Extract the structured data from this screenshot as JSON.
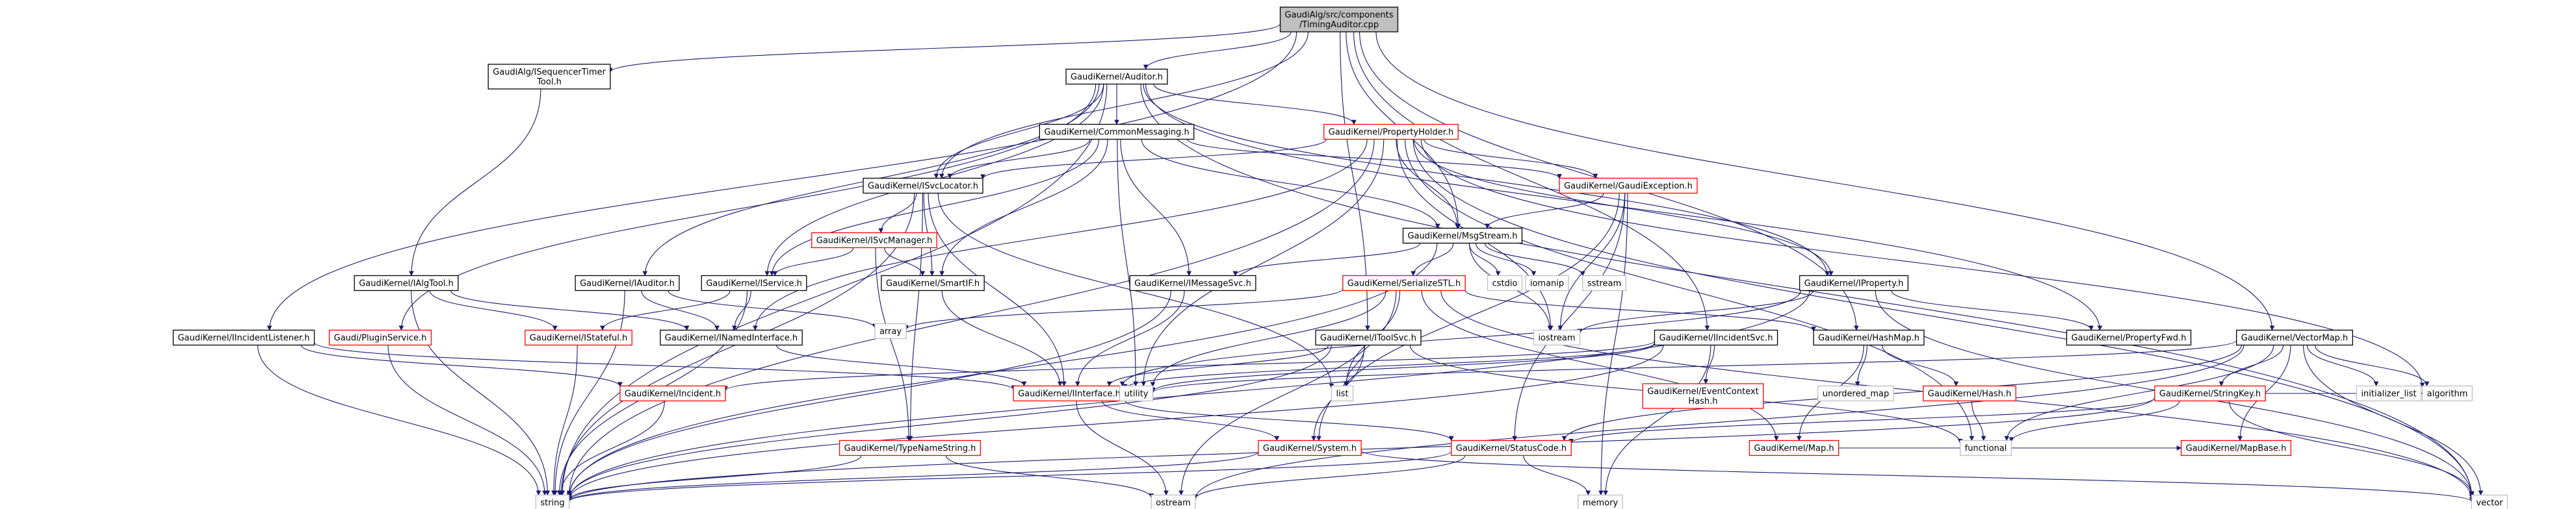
{
  "colors": {
    "edge": "#191970",
    "root_fill": "#bfbfbf",
    "node_fill": "#ffffff",
    "node_border": "#000000",
    "red_border": "#ff0000",
    "gray_border": "#bfbfbf"
  },
  "nodes": [
    {
      "id": "root",
      "lines": [
        "GaudiAlg/src/components",
        "/TimingAuditor.cpp"
      ],
      "style": "root"
    },
    {
      "id": "seqtimer",
      "lines": [
        "GaudiAlg/ISequencerTimer",
        "Tool.h"
      ],
      "style": "normal"
    },
    {
      "id": "auditor",
      "lines": [
        "GaudiKernel/Auditor.h"
      ],
      "style": "normal"
    },
    {
      "id": "commonmsg",
      "lines": [
        "GaudiKernel/CommonMessaging.h"
      ],
      "style": "normal"
    },
    {
      "id": "propholder",
      "lines": [
        "GaudiKernel/PropertyHolder.h"
      ],
      "style": "red"
    },
    {
      "id": "isvcloc",
      "lines": [
        "GaudiKernel/ISvcLocator.h"
      ],
      "style": "normal"
    },
    {
      "id": "gaudiexc",
      "lines": [
        "GaudiKernel/GaudiException.h"
      ],
      "style": "red"
    },
    {
      "id": "isvcmgr",
      "lines": [
        "GaudiKernel/ISvcManager.h"
      ],
      "style": "red"
    },
    {
      "id": "msgstream",
      "lines": [
        "GaudiKernel/MsgStream.h"
      ],
      "style": "normal"
    },
    {
      "id": "ialgtool",
      "lines": [
        "GaudiKernel/IAlgTool.h"
      ],
      "style": "normal"
    },
    {
      "id": "iauditor",
      "lines": [
        "GaudiKernel/IAuditor.h"
      ],
      "style": "normal"
    },
    {
      "id": "iservice",
      "lines": [
        "GaudiKernel/IService.h"
      ],
      "style": "normal"
    },
    {
      "id": "smartif",
      "lines": [
        "GaudiKernel/SmartIF.h"
      ],
      "style": "normal"
    },
    {
      "id": "imsgsvc",
      "lines": [
        "GaudiKernel/IMessageSvc.h"
      ],
      "style": "normal"
    },
    {
      "id": "serializestl",
      "lines": [
        "GaudiKernel/SerializeSTL.h"
      ],
      "style": "red"
    },
    {
      "id": "cstdio",
      "lines": [
        "cstdio"
      ],
      "style": "gray"
    },
    {
      "id": "iomanip",
      "lines": [
        "iomanip"
      ],
      "style": "gray"
    },
    {
      "id": "sstream",
      "lines": [
        "sstream"
      ],
      "style": "gray"
    },
    {
      "id": "iproperty",
      "lines": [
        "GaudiKernel/IProperty.h"
      ],
      "style": "normal"
    },
    {
      "id": "iincidentlistener",
      "lines": [
        "GaudiKernel/IIncidentListener.h"
      ],
      "style": "normal"
    },
    {
      "id": "pluginservice",
      "lines": [
        "Gaudi/PluginService.h"
      ],
      "style": "red"
    },
    {
      "id": "istateful",
      "lines": [
        "GaudiKernel/IStateful.h"
      ],
      "style": "red"
    },
    {
      "id": "inamedinterface",
      "lines": [
        "GaudiKernel/INamedInterface.h"
      ],
      "style": "normal"
    },
    {
      "id": "array",
      "lines": [
        "array"
      ],
      "style": "gray"
    },
    {
      "id": "itoolsvc",
      "lines": [
        "GaudiKernel/IToolSvc.h"
      ],
      "style": "normal"
    },
    {
      "id": "iostream",
      "lines": [
        "iostream"
      ],
      "style": "gray"
    },
    {
      "id": "iincidentsvc",
      "lines": [
        "GaudiKernel/IIncidentSvc.h"
      ],
      "style": "normal"
    },
    {
      "id": "hashmap",
      "lines": [
        "GaudiKernel/HashMap.h"
      ],
      "style": "normal"
    },
    {
      "id": "propertyfwd",
      "lines": [
        "GaudiKernel/PropertyFwd.h"
      ],
      "style": "normal"
    },
    {
      "id": "vectormap",
      "lines": [
        "GaudiKernel/VectorMap.h"
      ],
      "style": "normal"
    },
    {
      "id": "iincident",
      "lines": [
        "GaudiKernel/Incident.h"
      ],
      "style": "red"
    },
    {
      "id": "iinterface",
      "lines": [
        "GaudiKernel/IInterface.h"
      ],
      "style": "red"
    },
    {
      "id": "utility",
      "lines": [
        "utility"
      ],
      "style": "gray"
    },
    {
      "id": "list",
      "lines": [
        "list"
      ],
      "style": "gray"
    },
    {
      "id": "eventcontexthash",
      "lines": [
        "GaudiKernel/EventContext",
        "Hash.h"
      ],
      "style": "red"
    },
    {
      "id": "map",
      "lines": [
        "GaudiKernel/Map.h"
      ],
      "style": "red"
    },
    {
      "id": "unorderedmap",
      "lines": [
        "unordered_map"
      ],
      "style": "gray"
    },
    {
      "id": "hash",
      "lines": [
        "GaudiKernel/Hash.h"
      ],
      "style": "red"
    },
    {
      "id": "stringkey",
      "lines": [
        "GaudiKernel/StringKey.h"
      ],
      "style": "red"
    },
    {
      "id": "initializerlist",
      "lines": [
        "initializer_list"
      ],
      "style": "gray"
    },
    {
      "id": "algorithm",
      "lines": [
        "algorithm"
      ],
      "style": "gray"
    },
    {
      "id": "functional",
      "lines": [
        "functional"
      ],
      "style": "gray"
    },
    {
      "id": "mapbase",
      "lines": [
        "GaudiKernel/MapBase.h"
      ],
      "style": "red"
    },
    {
      "id": "typenamestring",
      "lines": [
        "GaudiKernel/TypeNameString.h"
      ],
      "style": "red"
    },
    {
      "id": "system",
      "lines": [
        "GaudiKernel/System.h"
      ],
      "style": "red"
    },
    {
      "id": "statuscode",
      "lines": [
        "GaudiKernel/StatusCode.h"
      ],
      "style": "red"
    },
    {
      "id": "string",
      "lines": [
        "string"
      ],
      "style": "gray"
    },
    {
      "id": "ostream",
      "lines": [
        "ostream"
      ],
      "style": "gray"
    },
    {
      "id": "memory",
      "lines": [
        "memory"
      ],
      "style": "gray"
    },
    {
      "id": "vector",
      "lines": [
        "vector"
      ],
      "style": "gray"
    }
  ],
  "edges": [
    [
      "root",
      "seqtimer"
    ],
    [
      "root",
      "auditor"
    ],
    [
      "root",
      "msgstream"
    ],
    [
      "root",
      "iincidentlistener"
    ],
    [
      "root",
      "itoolsvc"
    ],
    [
      "root",
      "iincidentsvc"
    ],
    [
      "root",
      "hashmap"
    ],
    [
      "root",
      "vectormap"
    ],
    [
      "root",
      "isvcloc"
    ],
    [
      "seqtimer",
      "ialgtool"
    ],
    [
      "auditor",
      "commonmsg"
    ],
    [
      "auditor",
      "propholder"
    ],
    [
      "auditor",
      "isvcloc"
    ],
    [
      "auditor",
      "iauditor"
    ],
    [
      "auditor",
      "iservice"
    ],
    [
      "auditor",
      "pluginservice"
    ],
    [
      "auditor",
      "iproperty"
    ],
    [
      "auditor",
      "propertyfwd"
    ],
    [
      "auditor",
      "string"
    ],
    [
      "auditor",
      "vector"
    ],
    [
      "commonmsg",
      "isvcloc"
    ],
    [
      "commonmsg",
      "msgstream"
    ],
    [
      "commonmsg",
      "imsgsvc"
    ],
    [
      "commonmsg",
      "smartif"
    ],
    [
      "commonmsg",
      "iservice"
    ],
    [
      "commonmsg",
      "utility"
    ],
    [
      "commonmsg",
      "gaudiexc"
    ],
    [
      "propholder",
      "isvcloc"
    ],
    [
      "propholder",
      "gaudiexc"
    ],
    [
      "propholder",
      "msgstream"
    ],
    [
      "propholder",
      "iproperty"
    ],
    [
      "propholder",
      "inamedinterface"
    ],
    [
      "propholder",
      "iostream"
    ],
    [
      "propholder",
      "utility"
    ],
    [
      "propholder",
      "functional"
    ],
    [
      "propholder",
      "algorithm"
    ],
    [
      "propholder",
      "vector"
    ],
    [
      "propholder",
      "string"
    ],
    [
      "isvcloc",
      "isvcmgr"
    ],
    [
      "isvcloc",
      "smartif"
    ],
    [
      "isvcloc",
      "iinterface"
    ],
    [
      "isvcloc",
      "typenamestring"
    ],
    [
      "isvcloc",
      "list"
    ],
    [
      "isvcloc",
      "string"
    ],
    [
      "gaudiexc",
      "msgstream"
    ],
    [
      "gaudiexc",
      "system"
    ],
    [
      "gaudiexc",
      "statuscode"
    ],
    [
      "gaudiexc",
      "iostream"
    ],
    [
      "gaudiexc",
      "memory"
    ],
    [
      "isvcmgr",
      "iservice"
    ],
    [
      "isvcmgr",
      "smartif"
    ],
    [
      "isvcmgr",
      "typenamestring"
    ],
    [
      "msgstream",
      "imsgsvc"
    ],
    [
      "msgstream",
      "serializestl"
    ],
    [
      "msgstream",
      "cstdio"
    ],
    [
      "msgstream",
      "iomanip"
    ],
    [
      "msgstream",
      "sstream"
    ],
    [
      "msgstream",
      "iostream"
    ],
    [
      "msgstream",
      "string"
    ],
    [
      "ialgtool",
      "inamedinterface"
    ],
    [
      "ialgtool",
      "istateful"
    ],
    [
      "ialgtool",
      "string"
    ],
    [
      "iauditor",
      "inamedinterface"
    ],
    [
      "iauditor",
      "array"
    ],
    [
      "iauditor",
      "string"
    ],
    [
      "iservice",
      "inamedinterface"
    ],
    [
      "iservice",
      "istateful"
    ],
    [
      "iservice",
      "string"
    ],
    [
      "smartif",
      "iinterface"
    ],
    [
      "imsgsvc",
      "iinterface"
    ],
    [
      "imsgsvc",
      "string"
    ],
    [
      "serializestl",
      "hashmap"
    ],
    [
      "serializestl",
      "map"
    ],
    [
      "serializestl",
      "array"
    ],
    [
      "serializestl",
      "list"
    ],
    [
      "serializestl",
      "utility"
    ],
    [
      "serializestl",
      "vector"
    ],
    [
      "serializestl",
      "ostream"
    ],
    [
      "iproperty",
      "iinterface"
    ],
    [
      "iproperty",
      "propertyfwd"
    ],
    [
      "iproperty",
      "iostream"
    ],
    [
      "iproperty",
      "string"
    ],
    [
      "iproperty",
      "vector"
    ],
    [
      "iincidentlistener",
      "iinterface"
    ],
    [
      "iincidentlistener",
      "iincident"
    ],
    [
      "iincidentlistener",
      "string"
    ],
    [
      "pluginservice",
      "string"
    ],
    [
      "istateful",
      "string"
    ],
    [
      "inamedinterface",
      "iinterface"
    ],
    [
      "itoolsvc",
      "iinterface"
    ],
    [
      "itoolsvc",
      "system"
    ],
    [
      "itoolsvc",
      "list"
    ],
    [
      "itoolsvc",
      "functional"
    ],
    [
      "itoolsvc",
      "string"
    ],
    [
      "iincidentsvc",
      "iinterface"
    ],
    [
      "iincidentsvc",
      "iincident"
    ],
    [
      "iincidentsvc",
      "eventcontexthash"
    ],
    [
      "iincidentsvc",
      "utility"
    ],
    [
      "iincidentsvc",
      "string"
    ],
    [
      "iincidentsvc",
      "memory"
    ],
    [
      "hashmap",
      "map"
    ],
    [
      "hashmap",
      "hash"
    ],
    [
      "hashmap",
      "unorderedmap"
    ],
    [
      "vectormap",
      "stringkey"
    ],
    [
      "vectormap",
      "mapbase"
    ],
    [
      "vectormap",
      "initializerlist"
    ],
    [
      "vectormap",
      "algorithm"
    ],
    [
      "vectormap",
      "functional"
    ],
    [
      "vectormap",
      "statuscode"
    ],
    [
      "vectormap",
      "ostream"
    ],
    [
      "vectormap",
      "vector"
    ],
    [
      "vectormap",
      "utility"
    ],
    [
      "iincident",
      "string"
    ],
    [
      "iinterface",
      "system"
    ],
    [
      "iinterface",
      "statuscode"
    ],
    [
      "iinterface",
      "ostream"
    ],
    [
      "map",
      "mapbase"
    ],
    [
      "hash",
      "functional"
    ],
    [
      "stringkey",
      "functional"
    ],
    [
      "stringkey",
      "algorithm"
    ],
    [
      "stringkey",
      "statuscode"
    ],
    [
      "stringkey",
      "string"
    ],
    [
      "stringkey",
      "vector"
    ],
    [
      "typenamestring",
      "string"
    ],
    [
      "typenamestring",
      "ostream"
    ],
    [
      "system",
      "string"
    ],
    [
      "system",
      "vector"
    ],
    [
      "statuscode",
      "ostream"
    ],
    [
      "statuscode",
      "memory"
    ],
    [
      "statuscode",
      "string"
    ]
  ]
}
